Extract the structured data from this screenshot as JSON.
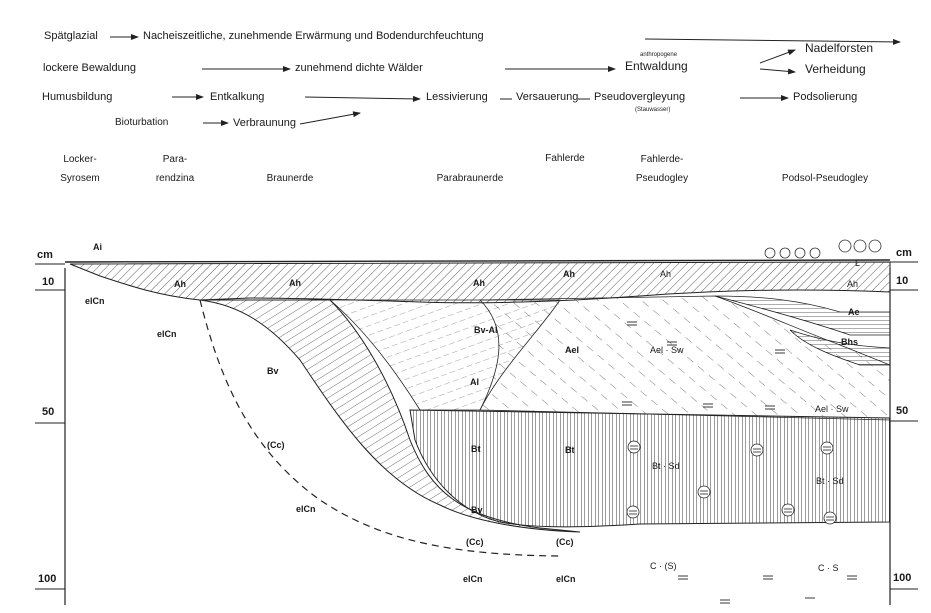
{
  "header": {
    "spaetglazial": "Spätglazial",
    "nacheiszeitlich": "Nacheiszeitliche, zunehmende Erwärmung und Bodendurchfeuchtung",
    "lockere_bewaldung": "lockere Bewaldung",
    "dichte_waelder": "zunehmend dichte Wälder",
    "anthropogen": "anthropogene",
    "entwaldung": "Entwaldung",
    "nadelforsten": "Nadelforsten",
    "verheidung": "Verheidung",
    "humusbildung": "Humusbildung",
    "entkalkung": "Entkalkung",
    "bioturbation": "Bioturbation",
    "verbraunung": "Verbraunung",
    "lessivierung": "Lessivierung",
    "versauerung": "Versauerung",
    "pseudovergleyung": "Pseudovergleyung",
    "stauwasser": "(Stauwasser)",
    "podsolierung": "Podsolierung"
  },
  "soil_types": [
    {
      "line1": "Locker-",
      "line2": "Syrosem"
    },
    {
      "line1": "Para-",
      "line2": "rendzina"
    },
    {
      "line1": "",
      "line2": "Braunerde"
    },
    {
      "line1": "",
      "line2": "Parabraunerde"
    },
    {
      "line1": "Fahlerde",
      "line2": ""
    },
    {
      "line1": "Fahlerde-",
      "line2": "Pseudogley"
    },
    {
      "line1": "",
      "line2": "Podsol-Pseudogley"
    }
  ],
  "scale": {
    "unit": "cm",
    "ticks": [
      "10",
      "50",
      "100"
    ]
  },
  "horizons": {
    "ai": "Ai",
    "elcn": "elCn",
    "ah": "Ah",
    "bv": "Bv",
    "bv_al": "Bv-Al",
    "al": "Al",
    "ael": "Ael",
    "ael_sw": "Ael · Sw",
    "bt": "Bt",
    "bt_sd": "Bt · Sd",
    "cc": "(Cc)",
    "c_s": "C · S",
    "c_s_q": "C · (S)",
    "l": "L",
    "ae": "Ae",
    "bhs": "Bhs"
  }
}
